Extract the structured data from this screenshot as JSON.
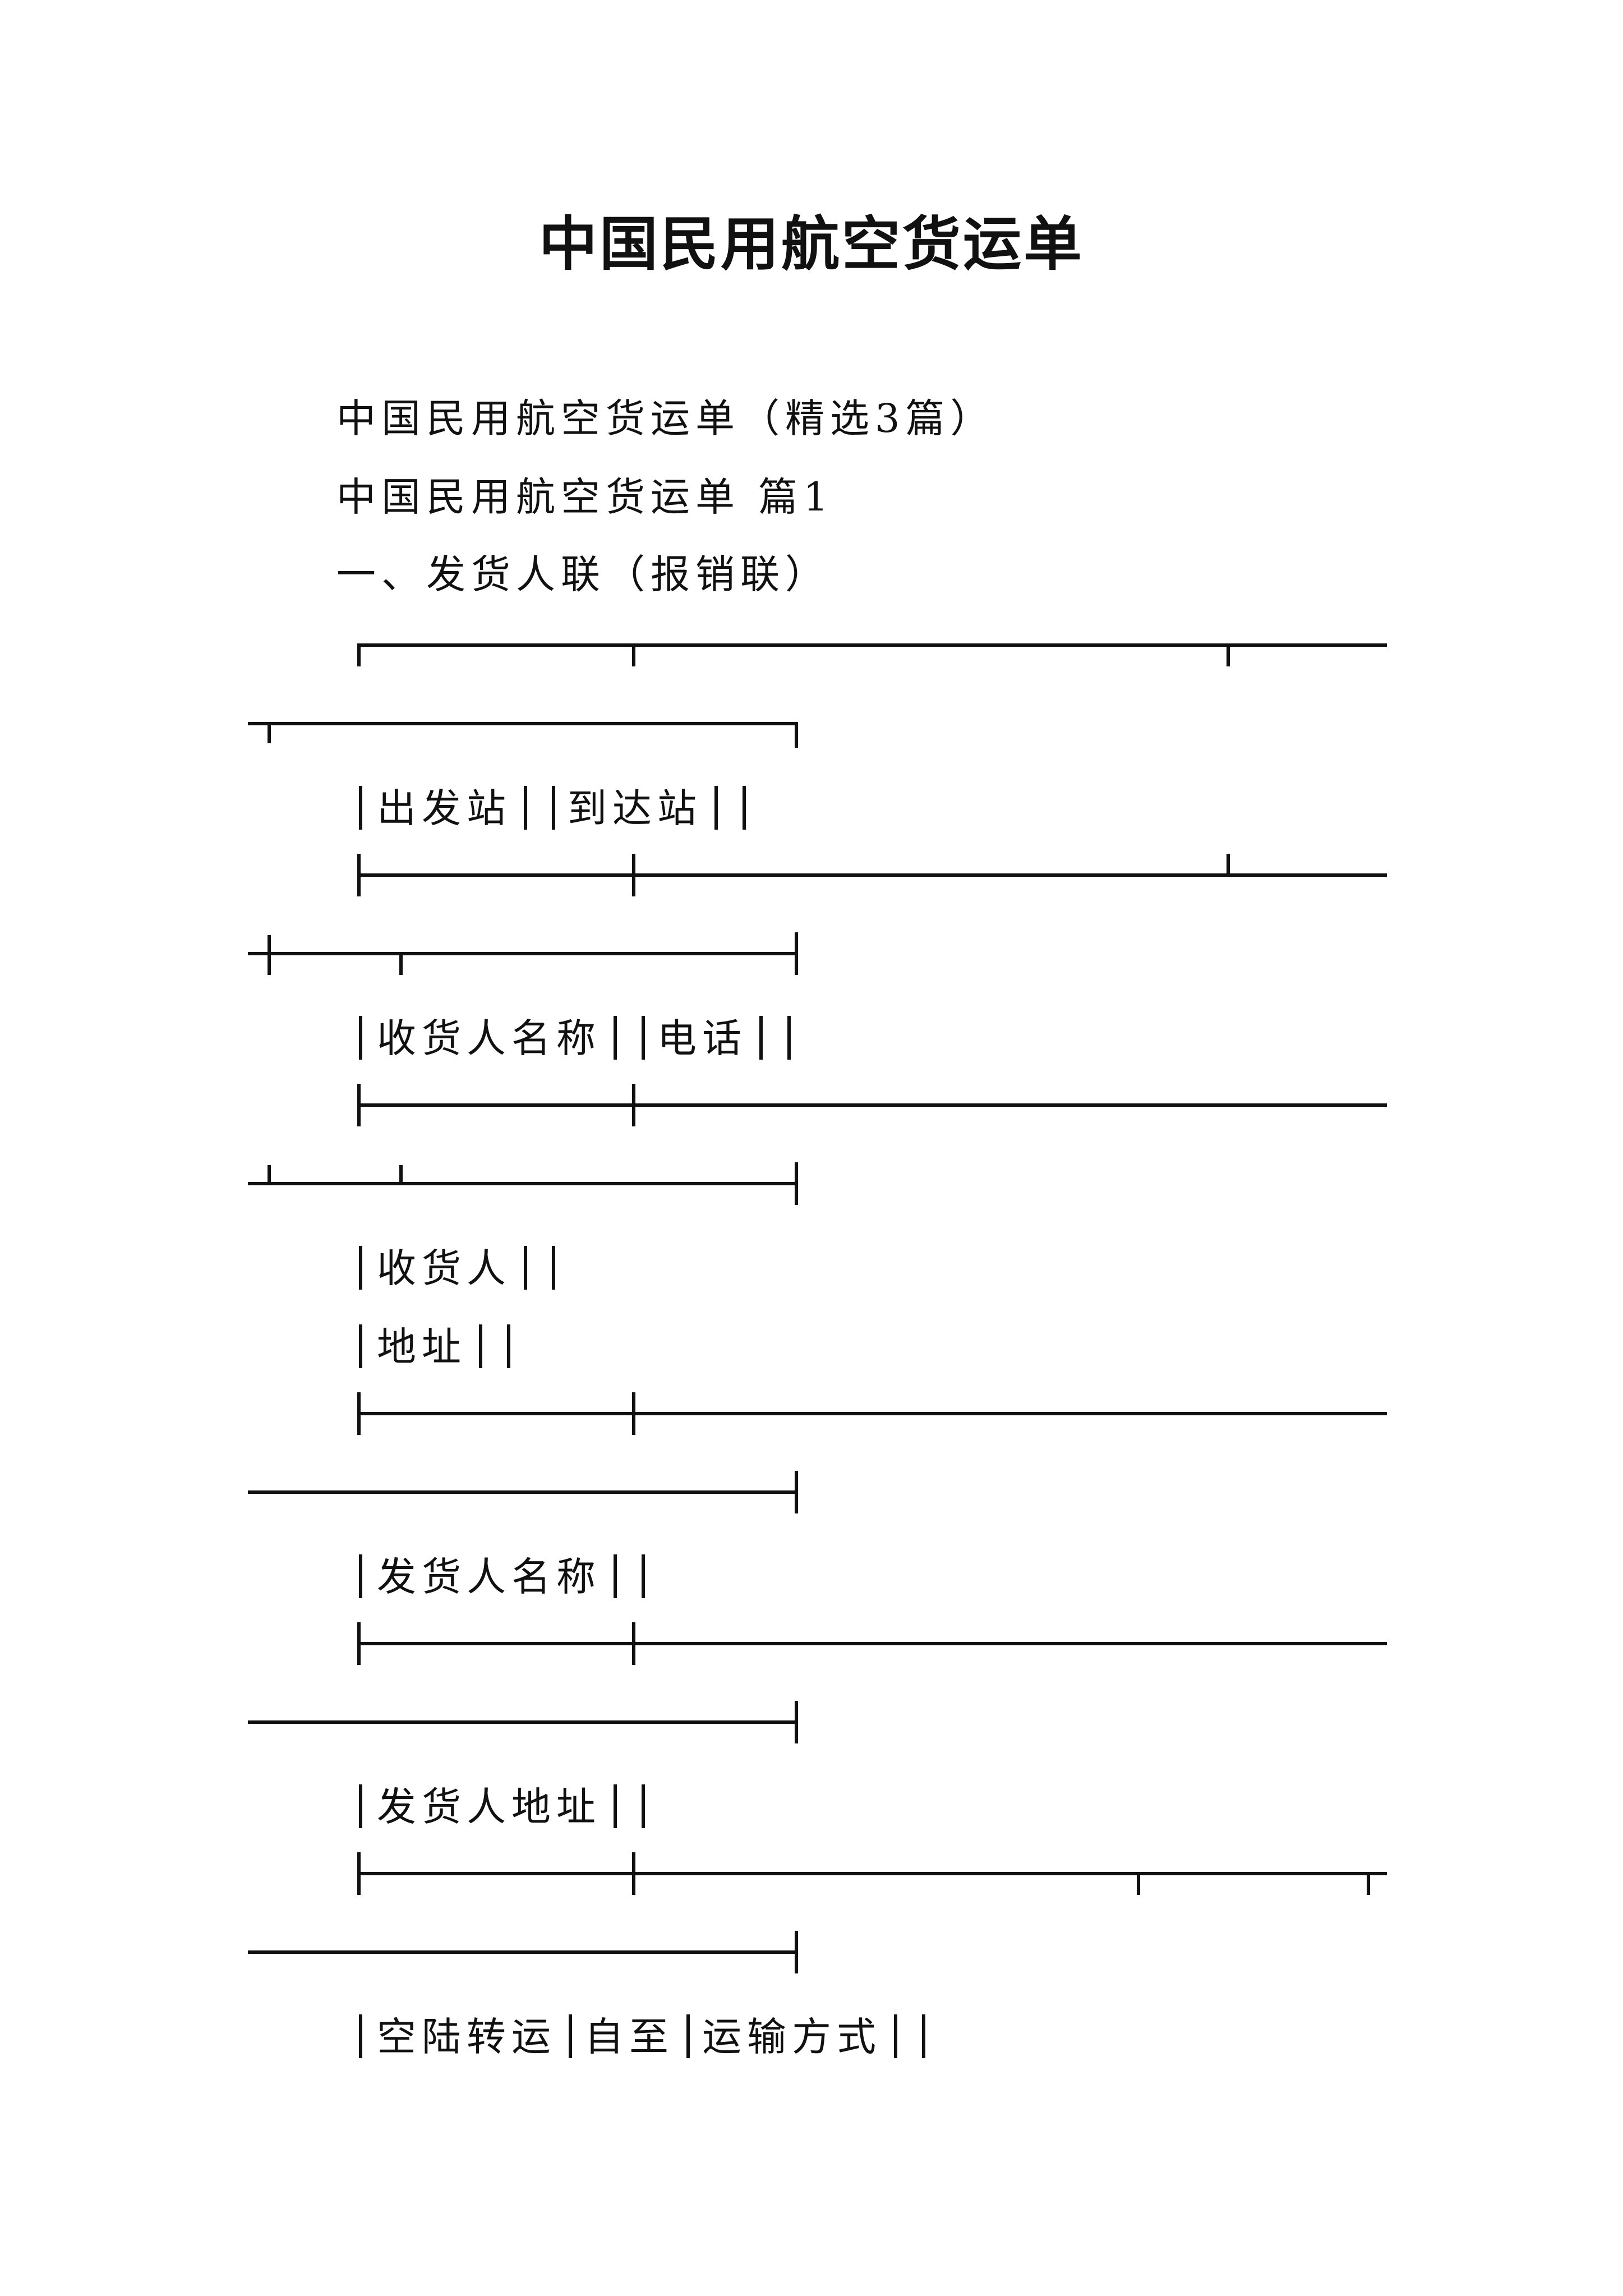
{
  "document": {
    "title": "中国民用航空货运单",
    "subtitle": "中国民用航空货运单（精选3篇）",
    "part_heading": "中国民用航空货运单 篇1",
    "section_heading": "一、发货人联（报销联）",
    "rows": {
      "station": [
        "出发站",
        "到达站"
      ],
      "consignee_name": [
        "收货人名称",
        "电话"
      ],
      "consignee_label": "收货人",
      "address_label": "地址",
      "shipper_name": "发货人名称",
      "shipper_address": "发货人地址",
      "transit": [
        "空陆转运",
        "自至",
        "运输方式"
      ]
    }
  }
}
